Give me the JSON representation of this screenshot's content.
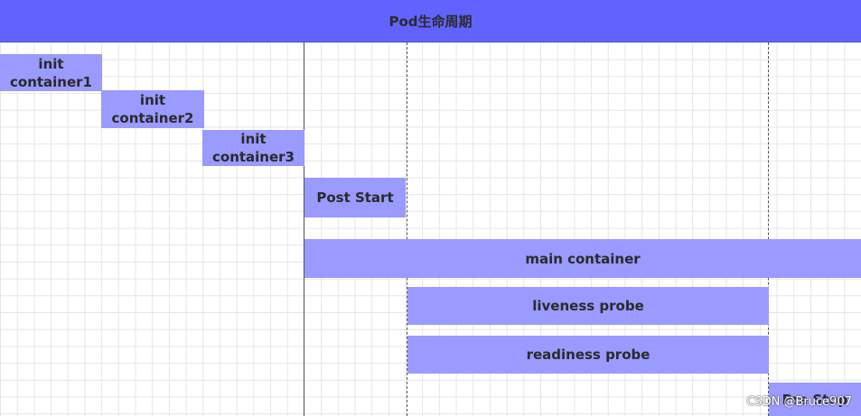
{
  "title": "Pod生命周期",
  "bars": {
    "init1": "init\ncontainer1",
    "init2": "init\ncontainer2",
    "init3": "init\ncontainer3",
    "post_start": "Post Start",
    "main_container": "main container",
    "liveness_probe": "liveness probe",
    "readiness_probe": "readiness probe",
    "pre_stop": "Pre Stop"
  },
  "watermark": "CSDN @Bruce907",
  "colors": {
    "title_bar": "#6262ff",
    "bar_fill": "#9a9aff",
    "grid": "#e6e6e6",
    "divider": "#555555"
  }
}
